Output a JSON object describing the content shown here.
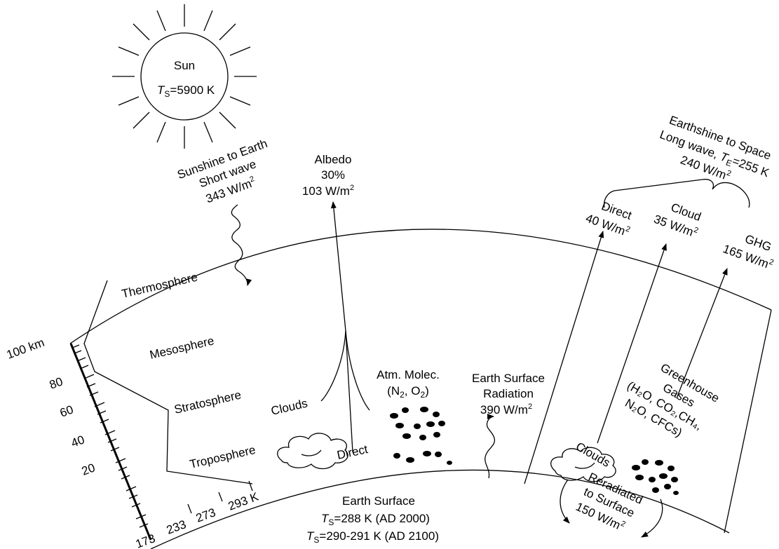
{
  "sun": {
    "name": "Sun",
    "temp_var": "T",
    "temp_sub": "S",
    "temp_val": "=5900 K"
  },
  "sunshine": {
    "line1": "Sunshine to Earth",
    "line2": "Short wave",
    "line3": "343 W/m",
    "sup": "2"
  },
  "albedo": {
    "line1": "Albedo",
    "line2": "30%",
    "line3": "103 W/m",
    "sup": "2"
  },
  "earthshine": {
    "line1": "Earthshine to Space",
    "line2_pre": "Long wave, ",
    "line2_var": "T",
    "line2_sub": "E",
    "line2_post": "=255 K",
    "line3": "240 W/m",
    "sup": "2"
  },
  "outgoing": {
    "direct": {
      "label": "Direct",
      "value": "40 W/m",
      "sup": "2"
    },
    "cloud": {
      "label": "Cloud",
      "value": "35 W/m",
      "sup": "2"
    },
    "ghg": {
      "label": "GHG",
      "value": "165 W/m",
      "sup": "2"
    }
  },
  "layers": {
    "thermosphere": "Thermosphere",
    "mesosphere": "Mesosphere",
    "stratosphere": "Stratosphere",
    "troposphere": "Troposphere"
  },
  "altitude_axis": {
    "top_label": "100 km",
    "ticks": [
      "80",
      "60",
      "40",
      "20"
    ]
  },
  "temp_axis": {
    "ticks": [
      "173",
      "233",
      "273"
    ],
    "last": "293 K"
  },
  "clouds_left": "Clouds",
  "direct_left": "Direct",
  "atm_molec": {
    "line1": "Atm. Molec.",
    "n": "(N",
    "n_sub": "2",
    "o": ", O",
    "o_sub": "2",
    "close": ")"
  },
  "earth_rad": {
    "line1": "Earth Surface",
    "line2": "Radiation",
    "line3": "390 W/m",
    "sup": "2"
  },
  "greenhouse": {
    "line1": "Greenhouse",
    "line2": "Gases",
    "line3": "(H₂O, CO₂,CH₄,",
    "line4": "N₂O, CFCs)"
  },
  "clouds_right": "Clouds",
  "reradiated": {
    "line1": "Reradiated",
    "line2": "to Surface",
    "line3": "150 W/m",
    "sup": "2"
  },
  "earth_surface": {
    "title": "Earth Surface",
    "t1_var": "T",
    "t1_sub": "S",
    "t1_val": "=288 K (AD 2000)",
    "t2_var": "T",
    "t2_sub": "S",
    "t2_val": "=290-291 K (AD 2100)"
  }
}
